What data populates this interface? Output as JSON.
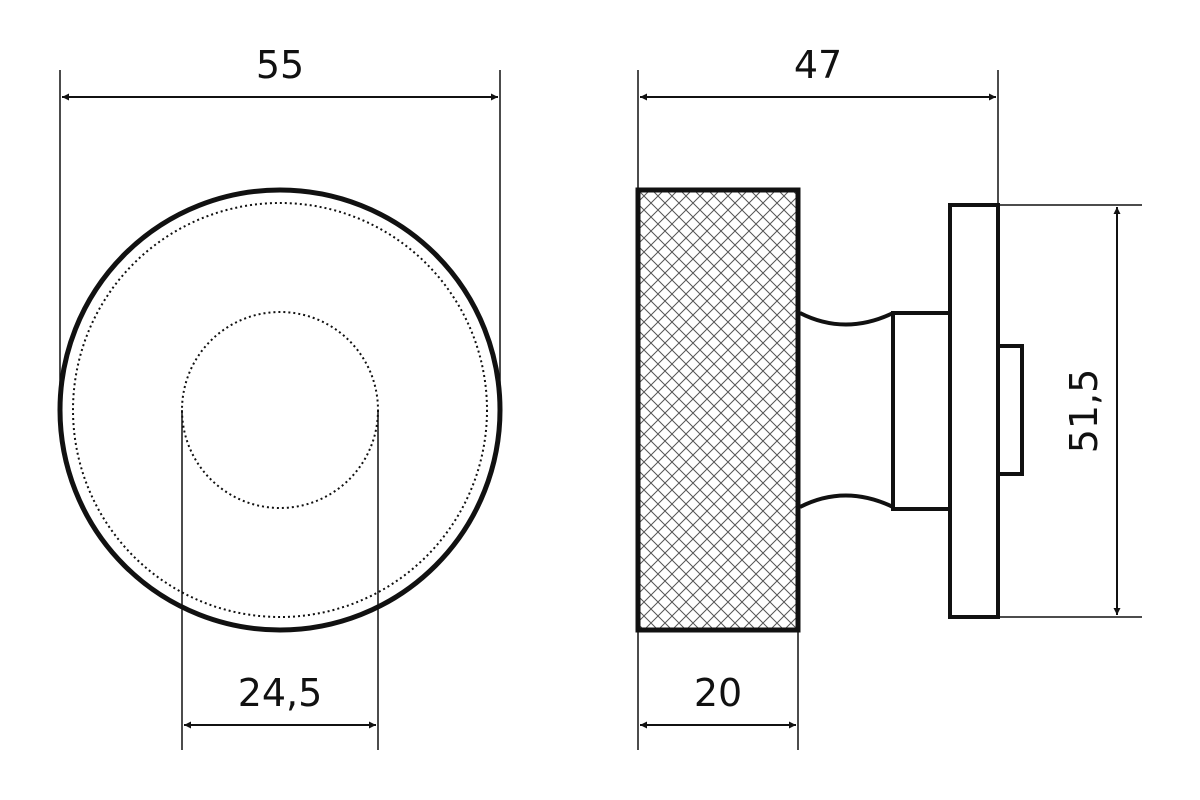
{
  "dimensions": {
    "front_width": "55",
    "inner_diameter": "24,5",
    "side_total_length": "47",
    "knob_length": "20",
    "rose_height": "51,5"
  },
  "colors": {
    "stroke": "#111111",
    "background": "#ffffff"
  }
}
